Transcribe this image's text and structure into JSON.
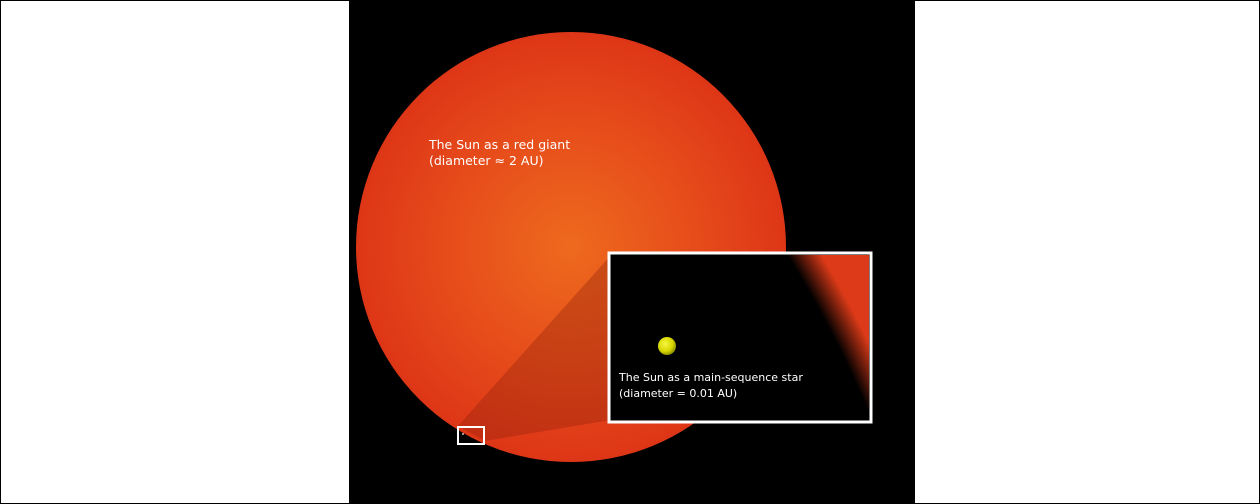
{
  "diagram": {
    "red_giant_label": {
      "line1": "The Sun as a red giant",
      "line2": "(diameter ≈ 2 AU)"
    },
    "main_sequence_label": {
      "line1": "The Sun as a main-sequence star",
      "line2": "(diameter = 0.01 AU)"
    },
    "colors": {
      "background": "#000000",
      "red_giant_center": "#ee6a1e",
      "red_giant_edge": "#df3a18",
      "sun_yellow": "#dede00",
      "inset_border": "#ffffff"
    }
  }
}
